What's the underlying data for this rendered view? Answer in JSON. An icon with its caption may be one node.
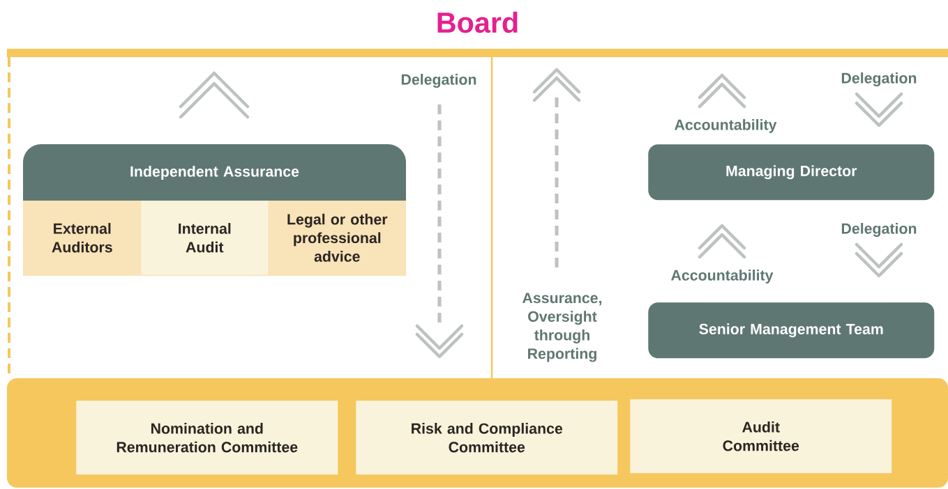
{
  "diagram": {
    "nodes": [
      {
        "text": [
          "Board"
        ]
      },
      {
        "text": [
          "Independent Assurance"
        ],
        "in": 0
      },
      {
        "text": [
          "External Auditors"
        ],
        "in": 1
      },
      {
        "text": [
          "Internal Audit"
        ],
        "in": 1
      },
      {
        "text": [
          "Legal or other professional advice"
        ],
        "in": 1
      },
      {
        "text": [
          "Managing Director"
        ],
        "in": 0
      },
      {
        "text": [
          "Senior Management Team"
        ],
        "in": 0
      },
      {
        "text": [
          "Nomination and Remuneration Committee"
        ],
        "in": 0
      },
      {
        "text": [
          "Risk and Compliance Committee"
        ],
        "in": 0
      },
      {
        "text": [
          "Audit Committee"
        ],
        "in": 0
      }
    ],
    "labels": [
      "Delegation",
      "Delegation",
      "Accountability",
      "Delegation",
      "Accountability",
      "Assurance, Oversight through Reporting"
    ]
  }
}
